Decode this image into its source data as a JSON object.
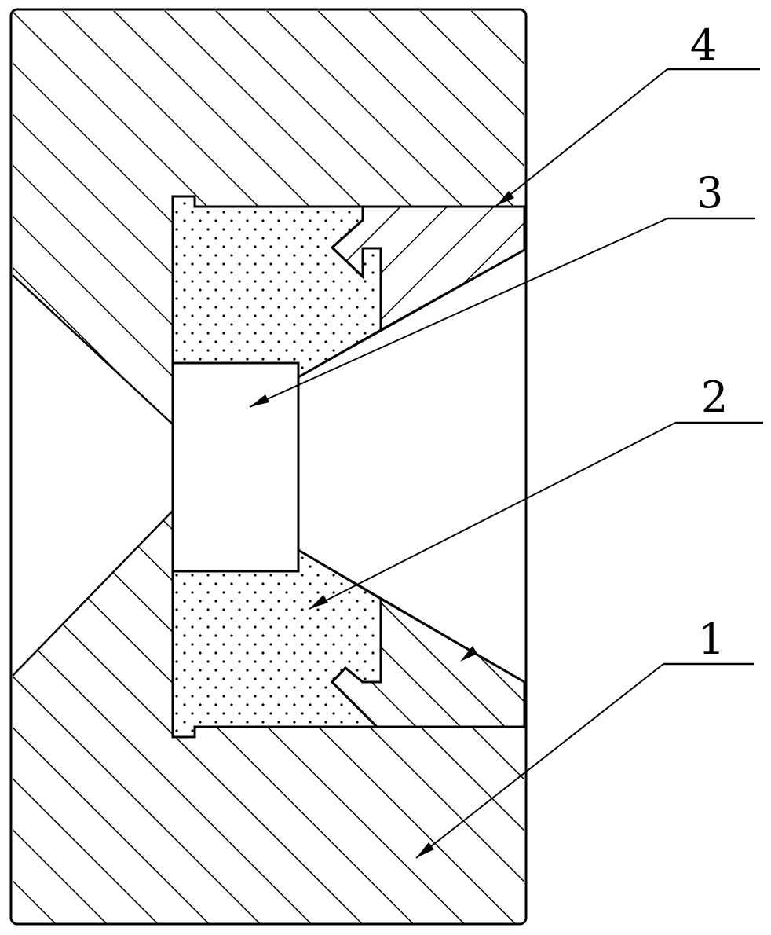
{
  "callouts": [
    {
      "id": "1",
      "label": "1"
    },
    {
      "id": "2",
      "label": "2"
    },
    {
      "id": "3",
      "label": "3"
    },
    {
      "id": "4",
      "label": "4"
    }
  ],
  "colors": {
    "line": "#000000",
    "background": "#ffffff",
    "dots": "#000000"
  }
}
